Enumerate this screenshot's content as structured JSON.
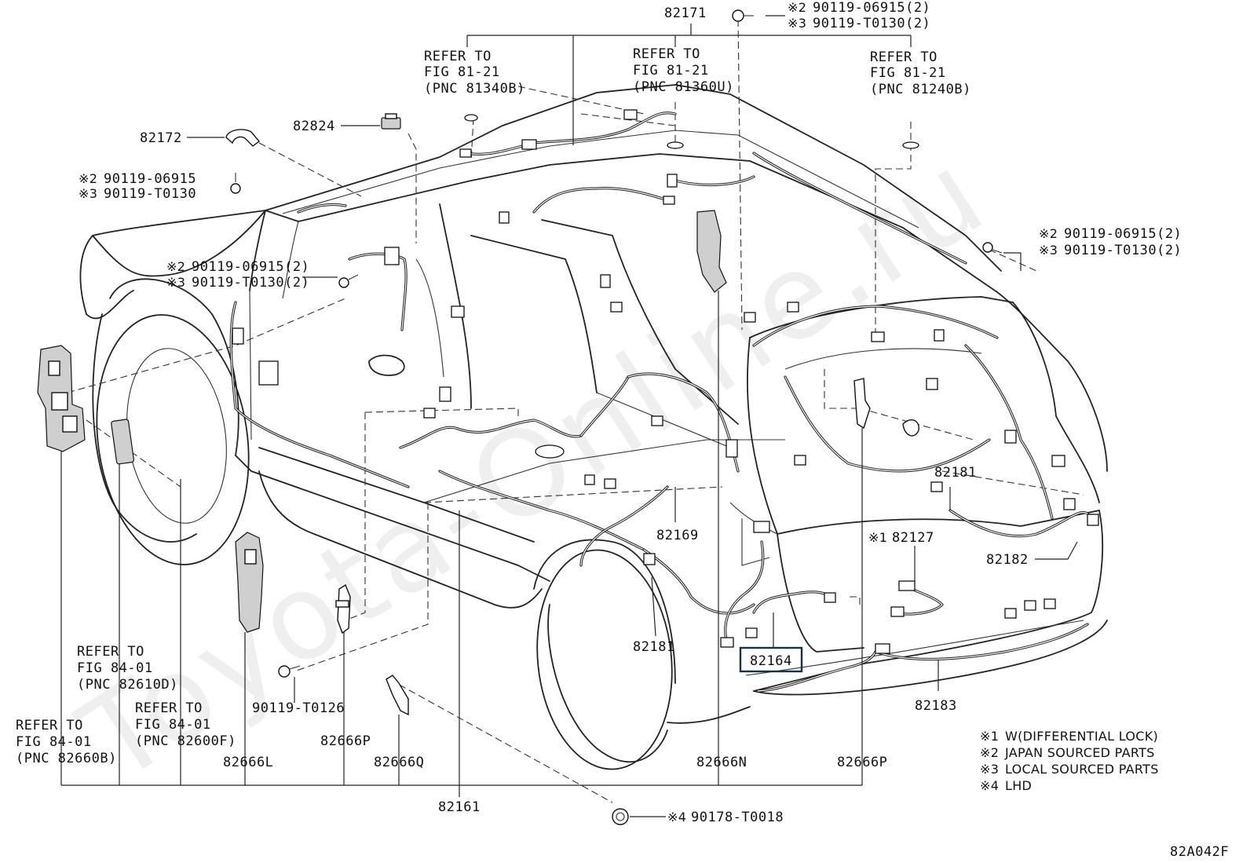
{
  "watermark": "Toyota-Online.ru",
  "figure_code": "82A042F",
  "callouts": {
    "c82171": "82171",
    "c82172": "82172",
    "c82824": "82824",
    "c82181a": "82181",
    "c82181b": "82181",
    "c82127": "82127",
    "c82127_mark": "※1",
    "c82182": "82182",
    "c82169": "82169",
    "c82164": "82164",
    "c82183": "82183",
    "c82161": "82161",
    "c82666L": "82666L",
    "c82666P_left": "82666P",
    "c82666Q": "82666Q",
    "c82666N": "82666N",
    "c82666P_right": "82666P",
    "c90119_T0126": "90119-T0126",
    "c90178": "90178-T0018",
    "c90178_mark": "※4"
  },
  "bolt_labels": {
    "top_right": {
      "l1_mark": "※2",
      "l1": "90119-06915(2)",
      "l2_mark": "※3",
      "l2": "90119-T0130(2)"
    },
    "left_upper": {
      "l1_mark": "※2",
      "l1": "90119-06915",
      "l2_mark": "※3",
      "l2": "90119-T0130"
    },
    "left_mid": {
      "l1_mark": "※2",
      "l1": "90119-06915(2)",
      "l2_mark": "※3",
      "l2": "90119-T0130(2)"
    },
    "right_mid": {
      "l1_mark": "※2",
      "l1": "90119-06915(2)",
      "l2_mark": "※3",
      "l2": "90119-T0130(2)"
    }
  },
  "references": {
    "r81340B": {
      "l1": "REFER TO",
      "l2": "FIG 81-21",
      "l3": "(PNC 81340B)"
    },
    "r81360U": {
      "l1": "REFER TO",
      "l2": "FIG 81-21",
      "l3": "(PNC 81360U)"
    },
    "r81240B": {
      "l1": "REFER TO",
      "l2": "FIG 81-21",
      "l3": "(PNC 81240B)"
    },
    "r82610D": {
      "l1": "REFER TO",
      "l2": "FIG 84-01",
      "l3": "(PNC 82610D)"
    },
    "r82600F": {
      "l1": "REFER TO",
      "l2": "FIG 84-01",
      "l3": "(PNC 82600F)"
    },
    "r82660B": {
      "l1": "REFER TO",
      "l2": "FIG 84-01",
      "l3": "(PNC 82660B)"
    }
  },
  "legend": [
    {
      "mark": "※1",
      "text": "W(DIFFERENTIAL LOCK)"
    },
    {
      "mark": "※2",
      "text": "JAPAN SOURCED PARTS"
    },
    {
      "mark": "※3",
      "text": "LOCAL SOURCED PARTS"
    },
    {
      "mark": "※4",
      "text": "LHD"
    }
  ]
}
